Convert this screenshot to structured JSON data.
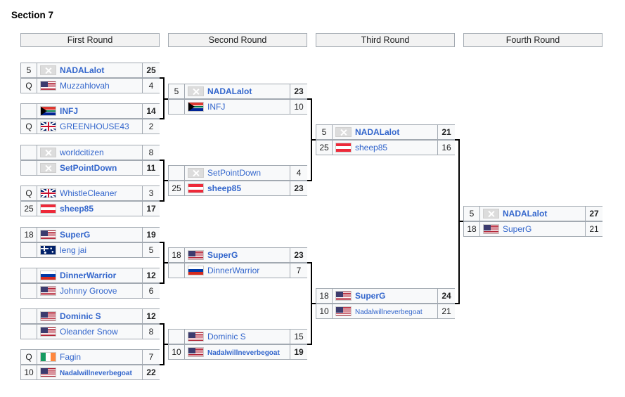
{
  "section_title": "Section 7",
  "rounds": [
    "First Round",
    "Second Round",
    "Third Round",
    "Fourth Round"
  ],
  "matches": [
    {
      "round": 1,
      "players": [
        {
          "seed": "5",
          "flag": "none",
          "name": "NADALalot",
          "score": "25",
          "winner": true
        },
        {
          "seed": "Q",
          "flag": "us",
          "name": "Muzzahlovah",
          "score": "4",
          "winner": false
        }
      ]
    },
    {
      "round": 1,
      "players": [
        {
          "seed": "",
          "flag": "za",
          "name": "INFJ",
          "score": "14",
          "winner": true
        },
        {
          "seed": "Q",
          "flag": "gb",
          "name": "GREENHOUSE43",
          "score": "2",
          "winner": false
        }
      ]
    },
    {
      "round": 1,
      "players": [
        {
          "seed": "",
          "flag": "none",
          "name": "worldcitizen",
          "score": "8",
          "winner": false
        },
        {
          "seed": "",
          "flag": "none",
          "name": "SetPointDown",
          "score": "11",
          "winner": true
        }
      ]
    },
    {
      "round": 1,
      "players": [
        {
          "seed": "Q",
          "flag": "gb",
          "name": "WhistleCleaner",
          "score": "3",
          "winner": false
        },
        {
          "seed": "25",
          "flag": "at",
          "name": "sheep85",
          "score": "17",
          "winner": true
        }
      ]
    },
    {
      "round": 1,
      "players": [
        {
          "seed": "18",
          "flag": "us",
          "name": "SuperG",
          "score": "19",
          "winner": true
        },
        {
          "seed": "",
          "flag": "au",
          "name": "leng jai",
          "score": "5",
          "winner": false
        }
      ]
    },
    {
      "round": 1,
      "players": [
        {
          "seed": "",
          "flag": "ru",
          "name": "DinnerWarrior",
          "score": "12",
          "winner": true
        },
        {
          "seed": "",
          "flag": "us",
          "name": "Johnny Groove",
          "score": "6",
          "winner": false
        }
      ]
    },
    {
      "round": 1,
      "players": [
        {
          "seed": "",
          "flag": "us",
          "name": "Dominic S",
          "score": "12",
          "winner": true
        },
        {
          "seed": "",
          "flag": "us",
          "name": "Oleander Snow",
          "score": "8",
          "winner": false
        }
      ]
    },
    {
      "round": 1,
      "players": [
        {
          "seed": "Q",
          "flag": "ie",
          "name": "Fagin",
          "score": "7",
          "winner": false
        },
        {
          "seed": "10",
          "flag": "us",
          "name": "Nadalwillneverbegoat",
          "score": "22",
          "winner": true
        }
      ]
    },
    {
      "round": 2,
      "players": [
        {
          "seed": "5",
          "flag": "none",
          "name": "NADALalot",
          "score": "23",
          "winner": true
        },
        {
          "seed": "",
          "flag": "za",
          "name": "INFJ",
          "score": "10",
          "winner": false
        }
      ]
    },
    {
      "round": 2,
      "players": [
        {
          "seed": "",
          "flag": "none",
          "name": "SetPointDown",
          "score": "4",
          "winner": false
        },
        {
          "seed": "25",
          "flag": "at",
          "name": "sheep85",
          "score": "23",
          "winner": true
        }
      ]
    },
    {
      "round": 2,
      "players": [
        {
          "seed": "18",
          "flag": "us",
          "name": "SuperG",
          "score": "23",
          "winner": true
        },
        {
          "seed": "",
          "flag": "ru",
          "name": "DinnerWarrior",
          "score": "7",
          "winner": false
        }
      ]
    },
    {
      "round": 2,
      "players": [
        {
          "seed": "",
          "flag": "us",
          "name": "Dominic S",
          "score": "15",
          "winner": false
        },
        {
          "seed": "10",
          "flag": "us",
          "name": "Nadalwillneverbegoat",
          "score": "19",
          "winner": true
        }
      ]
    },
    {
      "round": 3,
      "players": [
        {
          "seed": "5",
          "flag": "none",
          "name": "NADALalot",
          "score": "21",
          "winner": true
        },
        {
          "seed": "25",
          "flag": "at",
          "name": "sheep85",
          "score": "16",
          "winner": false
        }
      ]
    },
    {
      "round": 3,
      "players": [
        {
          "seed": "18",
          "flag": "us",
          "name": "SuperG",
          "score": "24",
          "winner": true
        },
        {
          "seed": "10",
          "flag": "us",
          "name": "Nadalwillneverbegoat",
          "score": "21",
          "winner": false
        }
      ]
    },
    {
      "round": 4,
      "players": [
        {
          "seed": "5",
          "flag": "none",
          "name": "NADALalot",
          "score": "27",
          "winner": true
        },
        {
          "seed": "18",
          "flag": "us",
          "name": "SuperG",
          "score": "21",
          "winner": false
        }
      ]
    }
  ]
}
